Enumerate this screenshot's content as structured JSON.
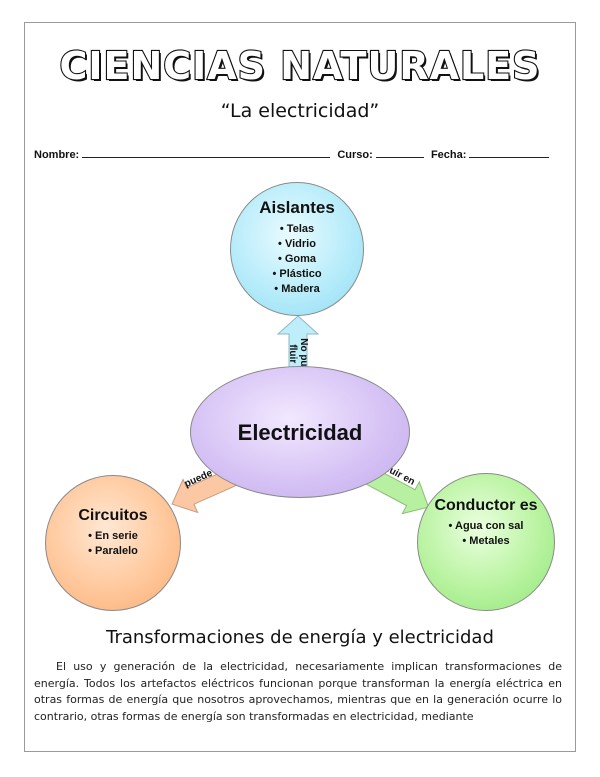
{
  "header": {
    "title": "CIENCIAS NATURALES",
    "subtitle": "“La electricidad”"
  },
  "form": {
    "name_label": "Nombre:",
    "course_label": "Curso:",
    "date_label": "Fecha:"
  },
  "diagram": {
    "center": {
      "label": "Electricidad"
    },
    "aislantes": {
      "title": "Aislantes",
      "items": [
        "Telas",
        "Vidrio",
        "Goma",
        "Plástico",
        "Madera"
      ]
    },
    "circuitos": {
      "title": "Circuitos",
      "items": [
        "En serie",
        "Paralelo"
      ]
    },
    "conductores": {
      "title": "Conductor es",
      "items": [
        "Agua con sal",
        "Metales"
      ]
    },
    "arrow_up_label": "No puede fluir en",
    "arrow_left_label": "puede fluir en",
    "arrow_right_label": "puede fluir en",
    "colors": {
      "aislantes": "#b7ecfa",
      "circuitos": "#ffc89c",
      "conductores": "#b9f3a0",
      "center": "#d7c4f5",
      "arrow_up": "#bdeefa",
      "arrow_left": "#fcc8a4",
      "arrow_right": "#b6f0a0"
    }
  },
  "section": {
    "title": "Transformaciones de energía y electricidad",
    "paragraph": "El uso y generación de la electricidad, necesariamente implican transformaciones de energía. Todos los artefactos eléctricos funcionan porque transforman la energía eléctrica en otras formas de energía que nosotros aprovechamos, mientras que en la generación ocurre lo contrario, otras formas de energía son transformadas en electricidad, mediante"
  }
}
